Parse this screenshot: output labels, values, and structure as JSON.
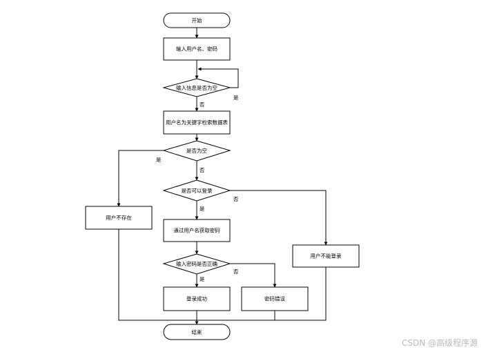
{
  "nodes": {
    "start": {
      "label": "开始"
    },
    "input": {
      "label": "输入用户名、密码"
    },
    "check_empty": {
      "label": "输入信息是否为空"
    },
    "search": {
      "label": "用户名为关键字检索数据表"
    },
    "result_empty": {
      "label": "是否为空"
    },
    "can_login": {
      "label": "是否可以登录"
    },
    "user_not_exist": {
      "label": "用户不存在"
    },
    "get_password": {
      "label": "通过用户名获取密码"
    },
    "cannot_login": {
      "label": "用户不能登录"
    },
    "pwd_correct": {
      "label": "输入密码是否正确"
    },
    "login_success": {
      "label": "登录成功"
    },
    "pwd_error": {
      "label": "密码错误"
    },
    "end": {
      "label": "结束"
    }
  },
  "edge_labels": {
    "check_empty_yes": "是",
    "check_empty_no": "否",
    "result_empty_yes": "是",
    "result_empty_no": "否",
    "can_login_yes": "是",
    "can_login_no": "否",
    "pwd_correct_yes": "是",
    "pwd_correct_no": "否"
  },
  "watermark": "CSDN @高级程序源"
}
